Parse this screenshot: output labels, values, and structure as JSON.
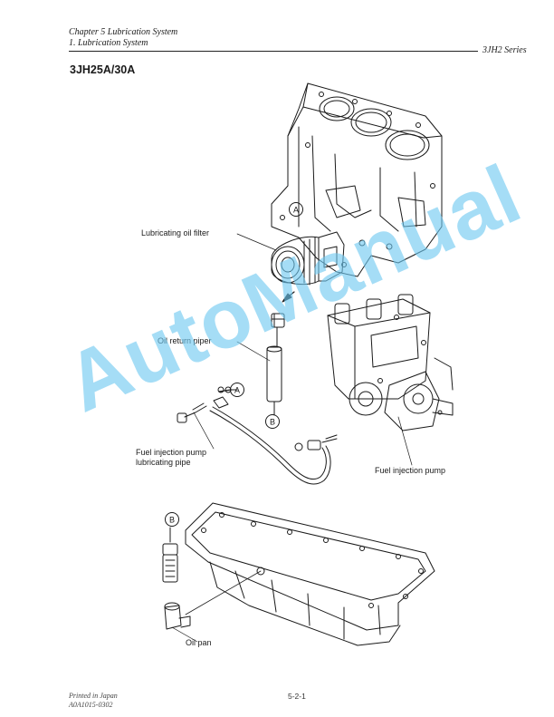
{
  "header": {
    "chapter": "Chapter 5 Lubrication System",
    "section": "1. Lubrication System",
    "series": "3JH2 Series"
  },
  "model_title": "3JH25A/30A",
  "callouts": {
    "lubricating_oil_filter": "Lubricating oil filter",
    "oil_return_pipe": "Oil return piper",
    "fuel_injection_pump_lubricating_pipe_line1": "Fuel injection pump",
    "fuel_injection_pump_lubricating_pipe_line2": "lubricating pipe",
    "fuel_injection_pump": "Fuel injection pump",
    "oil_pan": "Oil pan"
  },
  "reference_marks": {
    "a": "A",
    "b": "B"
  },
  "watermark": "AutoManual",
  "footer": {
    "printed": "Printed in Japan",
    "code": "A0A1015-0302",
    "page": "5-2-1"
  }
}
